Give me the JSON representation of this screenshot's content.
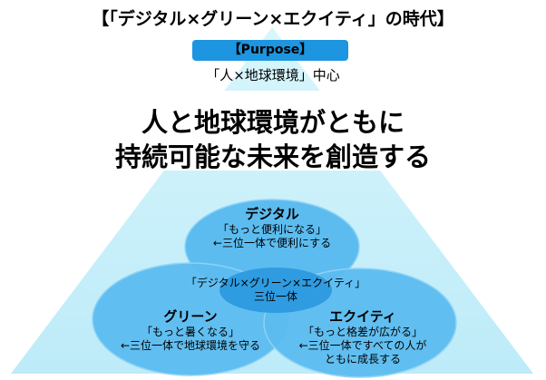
{
  "title": "【「デジタル×グリーン×エクイティ」の時代】",
  "purpose_label": "【Purpose】",
  "focus": "「人×地球環境」中心",
  "headline": [
    "人と地球環境がともに",
    "持続可能な未来を創造する"
  ],
  "circles": {
    "digital": {
      "name": "デジタル",
      "quote": "「もっと便利になる」",
      "desc": "←三位一体で便利にする"
    },
    "green": {
      "name": "グリーン",
      "quote": "「もっと暑くなる」",
      "desc": "←三位一体で地球環境を守る"
    },
    "equity": {
      "name": "エクイティ",
      "quote": "「もっと格差が広がる」",
      "desc1": "←三位一体ですべての人が",
      "desc2": "ともに成長する"
    },
    "center": {
      "line1": "「デジタル×グリーン×エクイティ」",
      "line2": "三位一体"
    }
  },
  "colors": {
    "triangle": "#c6f0fb",
    "circle": "#5cbcf0",
    "center": "#2f9be0",
    "purpose": "#1e95e0"
  }
}
